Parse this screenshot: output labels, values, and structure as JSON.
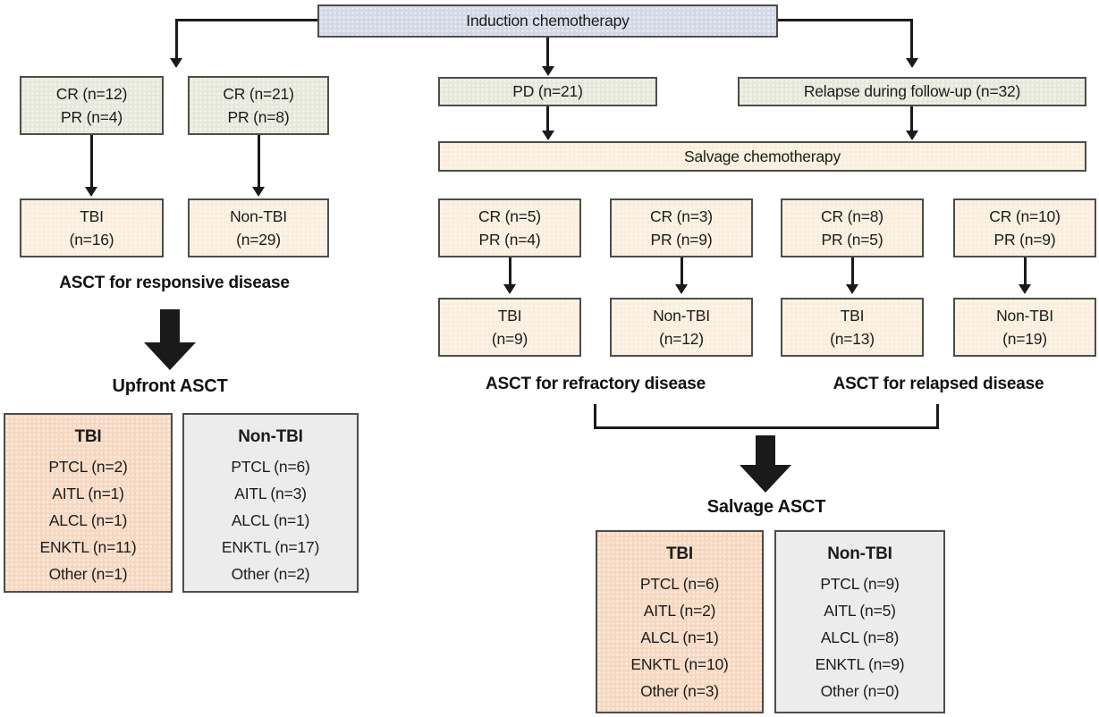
{
  "figure": "ASCT treatment flow diagram",
  "palette": {
    "induction_fill": "#d3d8e6",
    "response_fill": "#e6e9da",
    "asct_fill": "#faeedd",
    "tbi_detail_fill": "#f6d8c1",
    "non_tbi_detail_fill": "#ececec",
    "line_color": "#1a1a1a",
    "border_color": "#4d4d4d"
  },
  "induction": {
    "label": "Induction chemotherapy"
  },
  "upfront": {
    "response_boxes": [
      {
        "line1": "CR (n=12)",
        "line2": "PR (n=4)"
      },
      {
        "line1": "CR (n=21)",
        "line2": "PR (n=8)"
      }
    ],
    "conditioning_boxes": [
      {
        "line1": "TBI",
        "line2": "(n=16)"
      },
      {
        "line1": "Non-TBI",
        "line2": "(n=29)"
      }
    ],
    "caption": "ASCT for responsive disease",
    "arrow_label": "Upfront ASCT",
    "detail_boxes": [
      {
        "title": "TBI",
        "items": [
          "PTCL (n=2)",
          "AITL (n=1)",
          "ALCL (n=1)",
          "ENKTL (n=11)",
          "Other (n=1)"
        ]
      },
      {
        "title": "Non-TBI",
        "items": [
          "PTCL (n=6)",
          "AITL (n=3)",
          "ALCL (n=1)",
          "ENKTL (n=17)",
          "Other (n=2)"
        ]
      }
    ]
  },
  "salvage": {
    "pd_label": "PD (n=21)",
    "relapse_label": "Relapse during follow-up (n=32)",
    "chemo_label": "Salvage chemotherapy",
    "response_boxes": [
      {
        "line1": "CR (n=5)",
        "line2": "PR (n=4)"
      },
      {
        "line1": "CR (n=3)",
        "line2": "PR (n=9)"
      },
      {
        "line1": "CR (n=8)",
        "line2": "PR (n=5)"
      },
      {
        "line1": "CR (n=10)",
        "line2": "PR (n=9)"
      }
    ],
    "conditioning_boxes": [
      {
        "line1": "TBI",
        "line2": "(n=9)"
      },
      {
        "line1": "Non-TBI",
        "line2": "(n=12)"
      },
      {
        "line1": "TBI",
        "line2": "(n=13)"
      },
      {
        "line1": "Non-TBI",
        "line2": "(n=19)"
      }
    ],
    "caption_refractory": "ASCT for refractory disease",
    "caption_relapsed": "ASCT for relapsed disease",
    "arrow_label": "Salvage ASCT",
    "detail_boxes": [
      {
        "title": "TBI",
        "items": [
          "PTCL (n=6)",
          "AITL (n=2)",
          "ALCL (n=1)",
          "ENKTL (n=10)",
          "Other (n=3)"
        ]
      },
      {
        "title": "Non-TBI",
        "items": [
          "PTCL (n=9)",
          "AITL (n=5)",
          "ALCL (n=8)",
          "ENKTL (n=9)",
          "Other (n=0)"
        ]
      }
    ]
  }
}
